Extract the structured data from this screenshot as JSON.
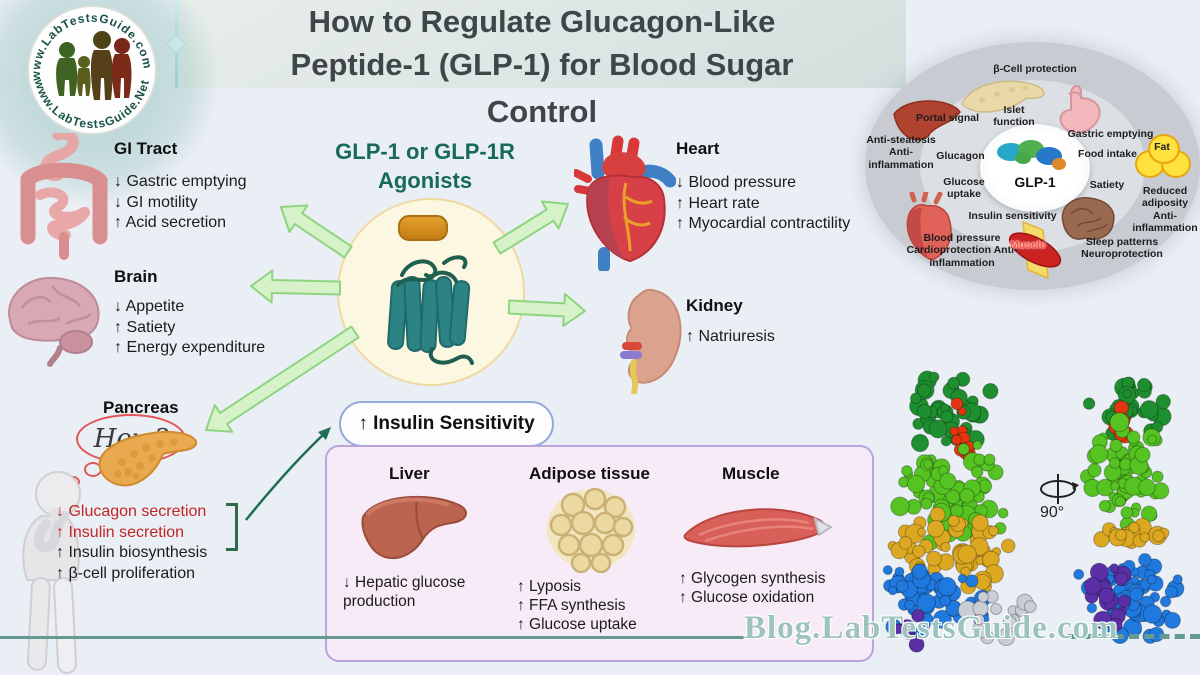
{
  "page": {
    "title_line1": "How to Regulate Glucagon-Like",
    "title_line2": "Peptide-1 (GLP-1) for Blood Sugar",
    "title_line3": "Control"
  },
  "logo": {
    "top_text": "www.LabTestsGuide.com",
    "bottom_text": "www.LabTestsGuide.Net"
  },
  "hub": {
    "heading_line1": "GLP-1 or GLP-1R",
    "heading_line2": "Agonists"
  },
  "sections": {
    "gi_tract": {
      "title": "GI Tract",
      "items": [
        "↓ Gastric emptying",
        "↓ GI motility",
        "↑ Acid secretion"
      ]
    },
    "brain": {
      "title": "Brain",
      "items": [
        "↓ Appetite",
        "↑ Satiety",
        "↑ Energy expenditure"
      ]
    },
    "pancreas": {
      "title": "Pancreas",
      "bubble": "How?",
      "items": [
        "↓ Glucagon secretion",
        "↑ Insulin secretion",
        "↑ Insulin biosynthesis",
        "↑ β-cell proliferation"
      ]
    },
    "heart": {
      "title": "Heart",
      "items": [
        "↓ Blood pressure",
        "↑ Heart rate",
        "↑ Myocardial contractility"
      ]
    },
    "kidney": {
      "title": "Kidney",
      "items": [
        "↑ Natriuresis"
      ]
    }
  },
  "insulin_box": {
    "bubble": "↑ Insulin Sensitivity",
    "columns": [
      {
        "title": "Liver",
        "items": [
          "↓ Hepatic glucose production"
        ]
      },
      {
        "title": "Adipose tissue",
        "items": [
          "↑ Lyposis",
          "↑ FFA synthesis",
          "↑ Glucose uptake"
        ]
      },
      {
        "title": "Muscle",
        "items": [
          "↑ Glycogen synthesis",
          "↑ Glucose oxidation"
        ]
      }
    ]
  },
  "wheel": {
    "center": "GLP-1",
    "beta_cell": "β-Cell protection",
    "portal": "Portal signal",
    "islet": "Islet function",
    "gastric": "Gastric emptying",
    "anti_steatosis": "Anti-steatosis Anti-inflammation",
    "glucagon": "Glucagon",
    "food": "Food intake",
    "fat": "Fat",
    "glucose_uptake": "Glucose uptake",
    "satiety": "Satiety",
    "reduced": "Reduced adiposity Anti-inflammation",
    "insulin_sensitivity": "Insulin sensitivity",
    "blood_pressure": "Blood pressure Cardioprotection Anti-inflammation",
    "muscle": "Muscle",
    "sleep": "Sleep patterns Neuroprotection"
  },
  "rotation": {
    "label": "90°"
  },
  "watermark": "Blog.LabTestsGuide.com",
  "colors": {
    "accent_teal": "#17695a",
    "red_text": "#c32525",
    "arrow_green": "#d7f2c8",
    "line_teal": "#649a92",
    "box_pink": "#f7ebf8"
  }
}
